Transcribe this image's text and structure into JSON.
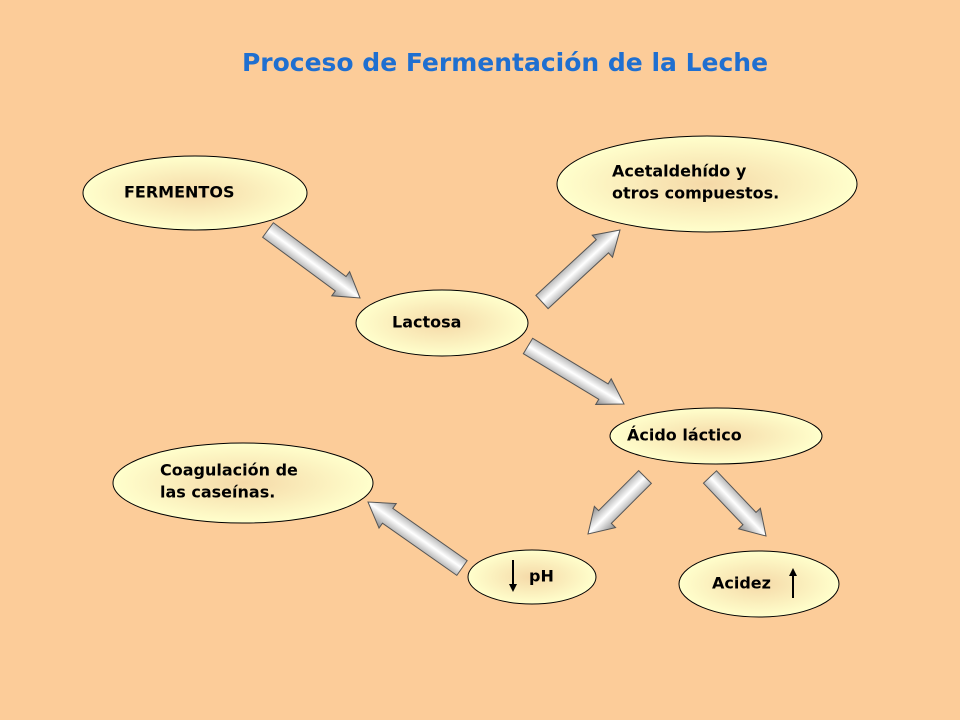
{
  "title": "Proceso de Fermentación de la Leche",
  "colors": {
    "background": "#fccc99",
    "title": "#1f6fd0",
    "node_fill_edge": "#ffffcc",
    "node_fill_center": "#f5d9a8",
    "arrow_light": "#ffffff",
    "arrow_dark": "#8a8a8a"
  },
  "nodes": {
    "fermentos": {
      "lines": [
        "FERMENTOS"
      ]
    },
    "acetaldehido": {
      "lines": [
        "Acetaldehído y",
        "otros compuestos."
      ]
    },
    "lactosa": {
      "lines": [
        "Lactosa"
      ]
    },
    "acido_lactico": {
      "lines": [
        "Ácido láctico"
      ]
    },
    "coagulacion": {
      "lines": [
        "Coagulación de",
        "las caseínas."
      ]
    },
    "ph": {
      "lines": [
        "pH"
      ],
      "indicator": "arrow-down-icon"
    },
    "acidez": {
      "lines": [
        "Acidez"
      ],
      "indicator": "arrow-up-icon"
    }
  },
  "edges": [
    {
      "from": "fermentos",
      "to": "lactosa"
    },
    {
      "from": "lactosa",
      "to": "acetaldehido"
    },
    {
      "from": "lactosa",
      "to": "acido_lactico"
    },
    {
      "from": "acido_lactico",
      "to": "ph"
    },
    {
      "from": "acido_lactico",
      "to": "acidez"
    },
    {
      "from": "ph",
      "to": "coagulacion"
    }
  ]
}
